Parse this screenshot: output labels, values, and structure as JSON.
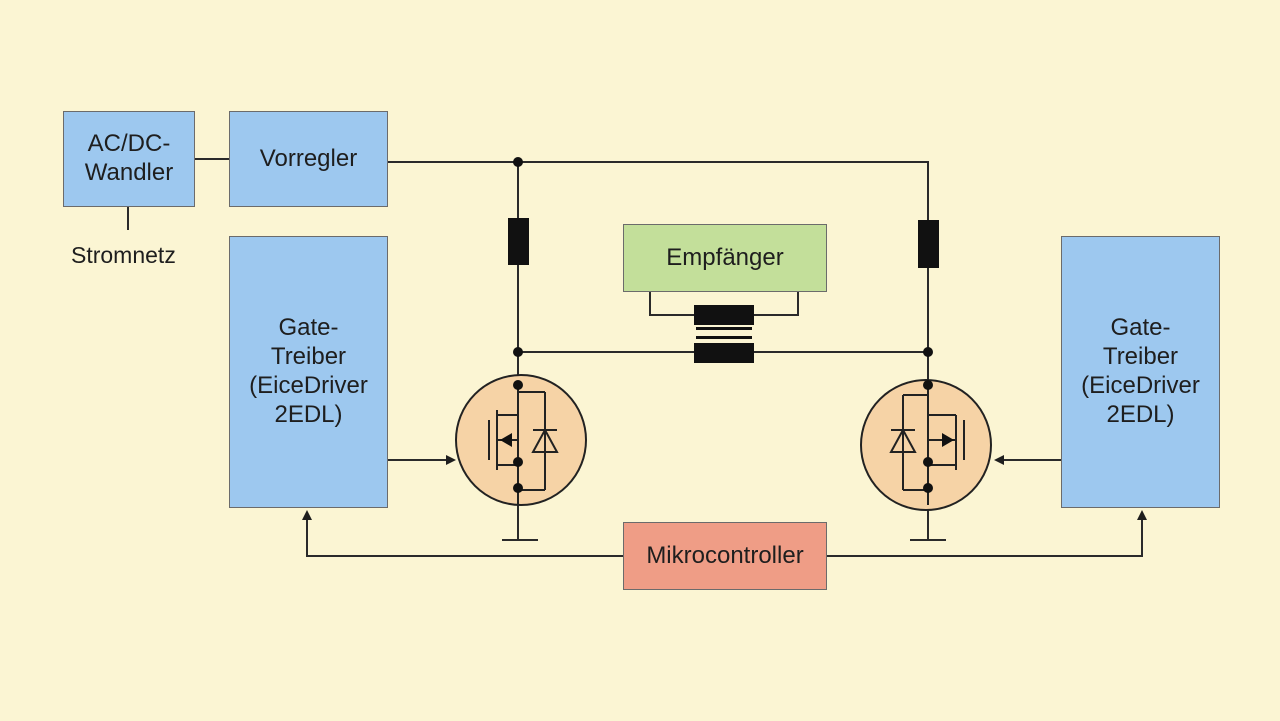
{
  "blocks": {
    "acdc": [
      "AC/DC-",
      "Wandler"
    ],
    "vorregler": "Vorregler",
    "stromnetz": "Stromnetz",
    "gate_left": [
      "Gate-",
      "Treiber",
      "(EiceDriver",
      "2EDL)"
    ],
    "gate_right": [
      "Gate-",
      "Treiber",
      "(EiceDriver",
      "2EDL)"
    ],
    "empfaenger": "Empfänger",
    "mikrocontroller": "Mikrocontroller"
  },
  "colors": {
    "background": "#fbf5d3",
    "block_blue": "#9dc8ef",
    "block_green": "#c3df9a",
    "block_red": "#ef9d86",
    "mosfet_fill": "#f6d3a6",
    "wire": "#2a2a2a"
  }
}
